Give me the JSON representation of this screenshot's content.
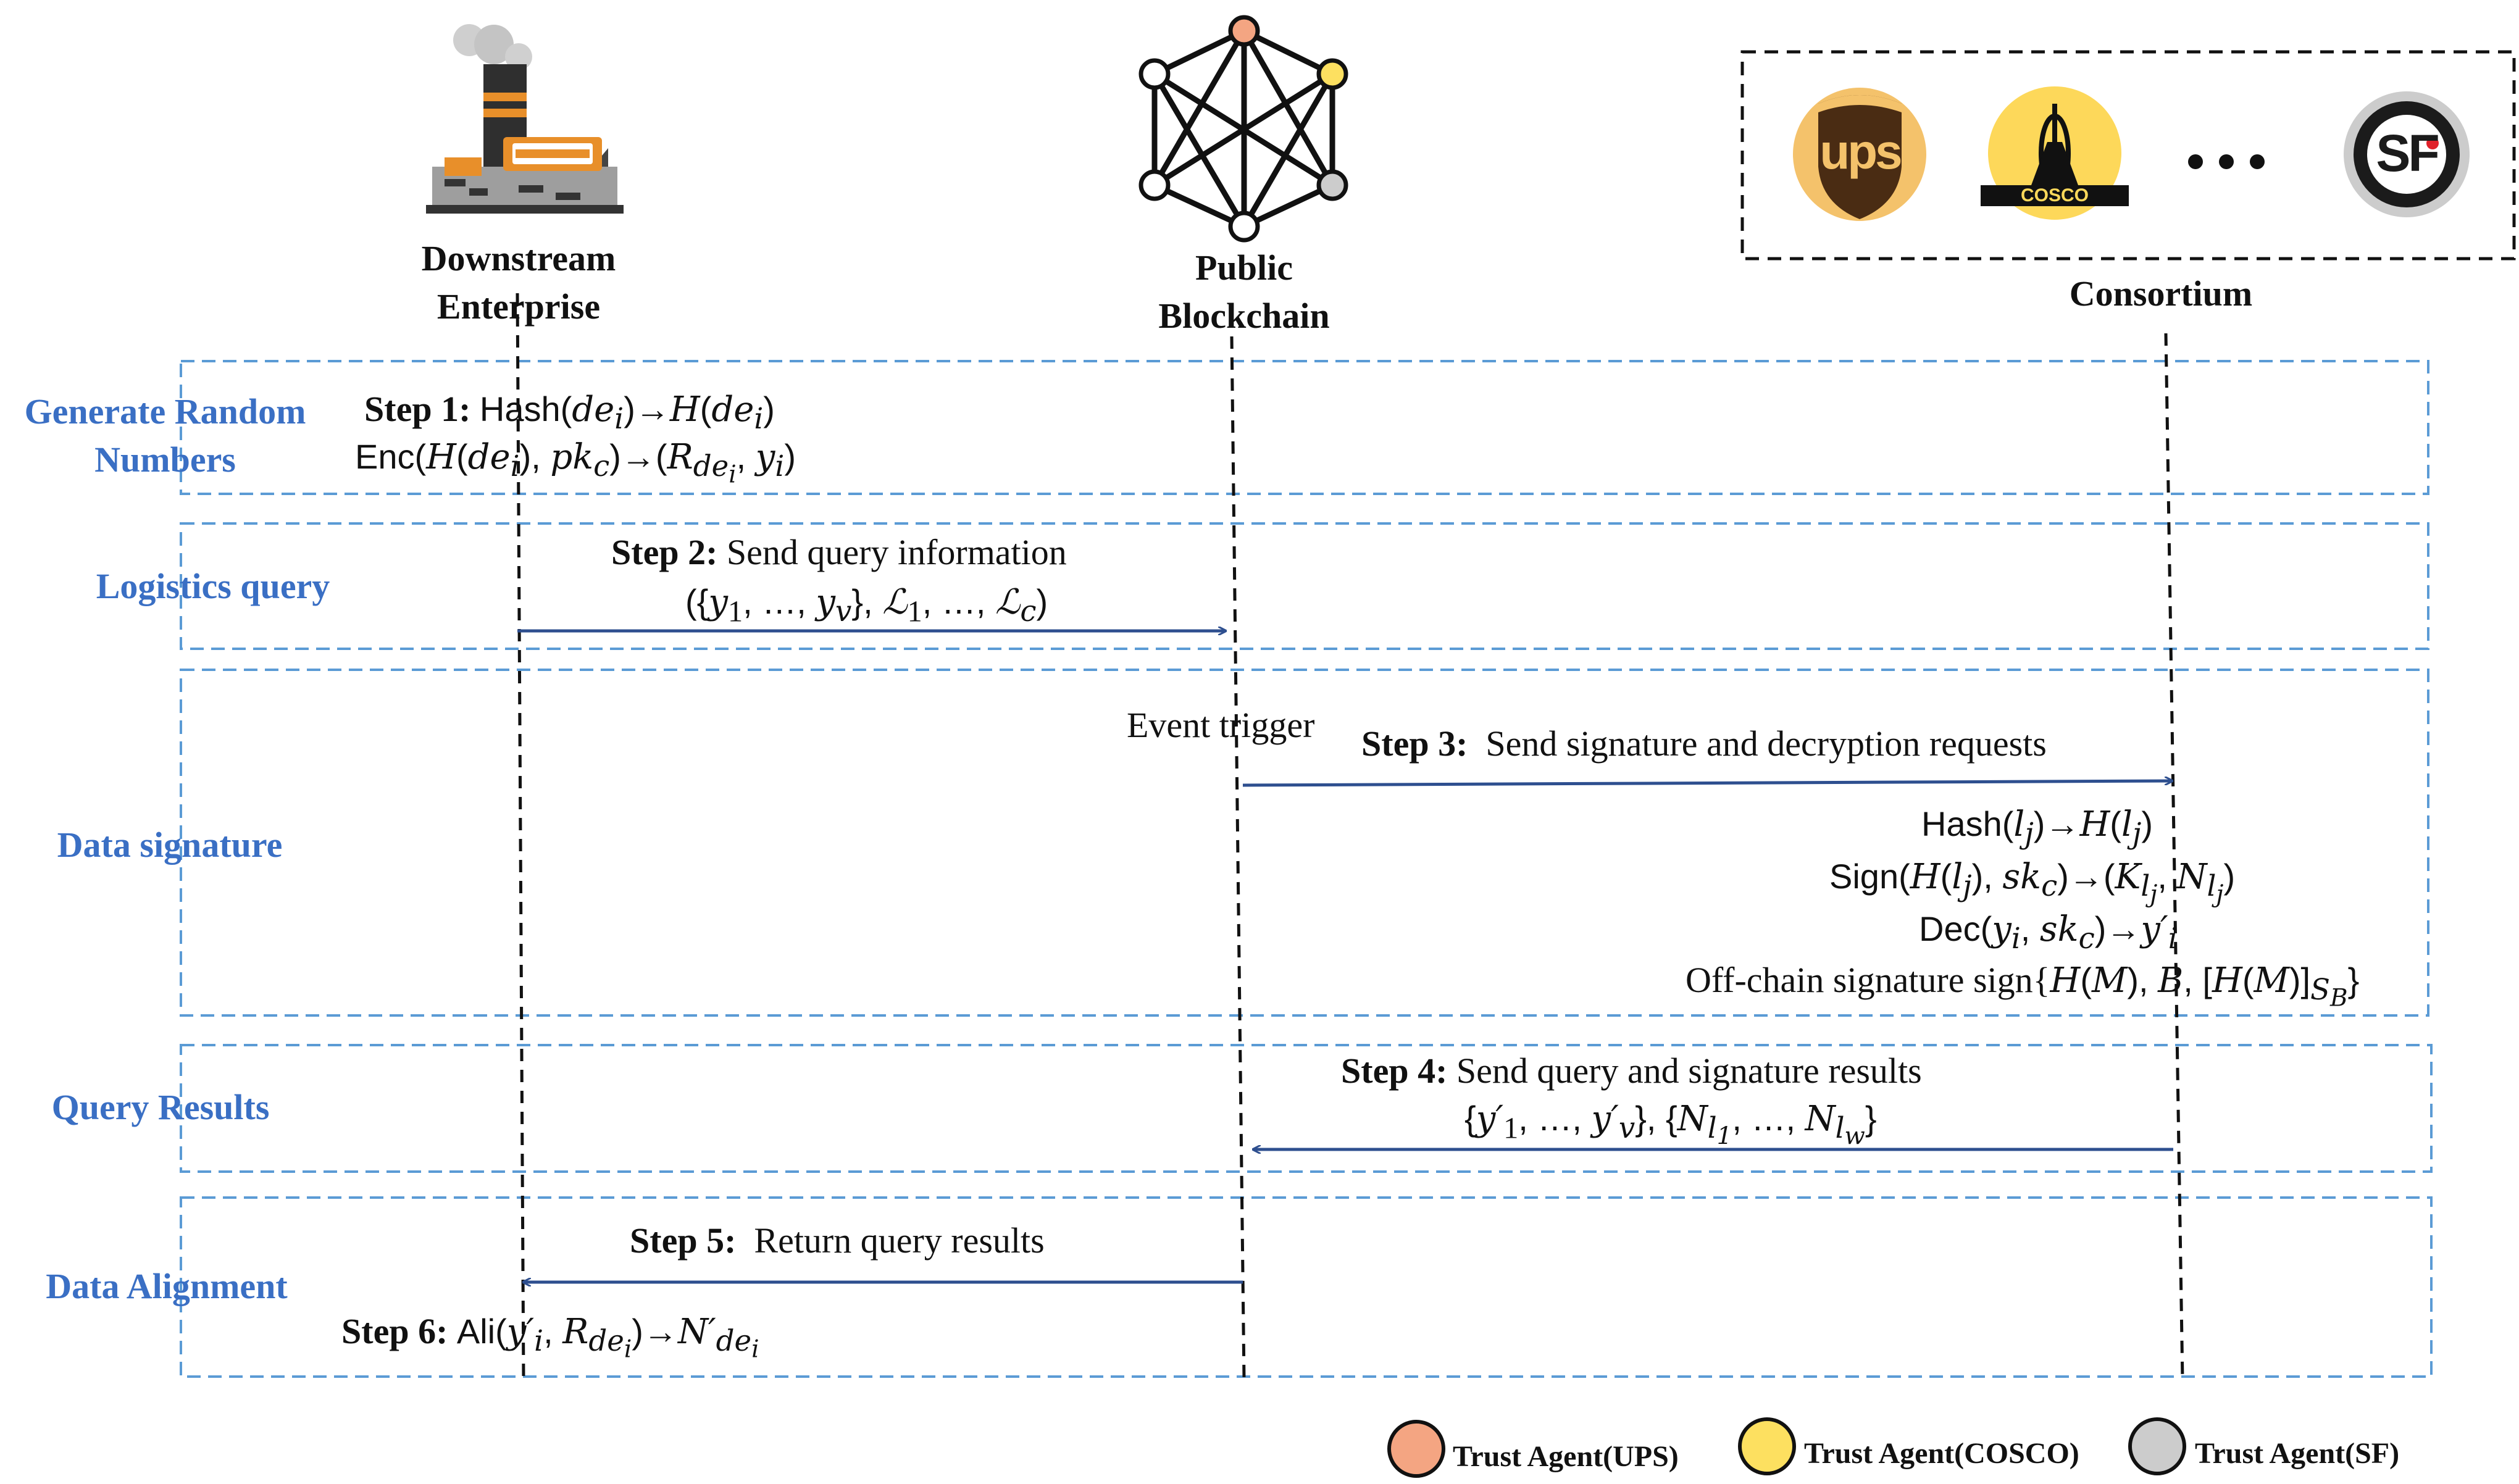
{
  "actors": {
    "enterprise": {
      "line1": "Downstream",
      "line2": "Enterprise"
    },
    "blockchain": {
      "line1": "Public",
      "line2": "Blockchain"
    },
    "consortium": {
      "label": "Consortium"
    }
  },
  "consortium_logos": {
    "ups": "ups",
    "cosco": "COSCO",
    "ellipsis": "• • •",
    "sf": "SF"
  },
  "stages": {
    "generate": {
      "line1": "Generate Random",
      "line2": "Numbers"
    },
    "query": "Logistics query",
    "signature": "Data signature",
    "results": "Query Results",
    "alignment": "Data Alignment"
  },
  "steps": {
    "s1": {
      "bold": "Step 1:",
      "line1": "Hash(de_i)→H(de_i)",
      "line2": "Enc(H(de_i), pk_c)→(R_de_i, y_i)"
    },
    "s2": {
      "bold": "Step 2:",
      "text": "Send query information",
      "formula": "({y_1, …, y_v}, ℒ_1, …, ℒ_c)"
    },
    "event": "Event trigger",
    "s3": {
      "bold": "Step 3:",
      "text": "Send signature and decryption requests",
      "f1": "Hash(l_j)→H(l_j)",
      "f2": "Sign(H(l_j), sk_c)→(K_l_j, N_l_j)",
      "f3": "Dec(y_i, sk_c)→y'_i",
      "f4": "Off-chain signature sign{H(M), B, [H(M)]_S_B}"
    },
    "s4": {
      "bold": "Step 4:",
      "text": "Send query and signature results",
      "formula": "{y'_1, …, y'_v}, {N_l_1, …, N_l_w}"
    },
    "s5": {
      "bold": "Step 5:",
      "text": "Return query results"
    },
    "s6": {
      "bold": "Step 6:",
      "formula": "Ali(y'_i, R_de_i)→N'_de_i"
    }
  },
  "legend": [
    {
      "label": "Trust Agent(UPS)",
      "color": "#f4a582"
    },
    {
      "label": "Trust Agent(COSCO)",
      "color": "#fde060"
    },
    {
      "label": "Trust Agent(SF)",
      "color": "#cccccc"
    }
  ],
  "colors": {
    "stage_border": "#5b9bd5",
    "arrow": "#2e4f8f",
    "stage_text": "#3a6fc4"
  }
}
